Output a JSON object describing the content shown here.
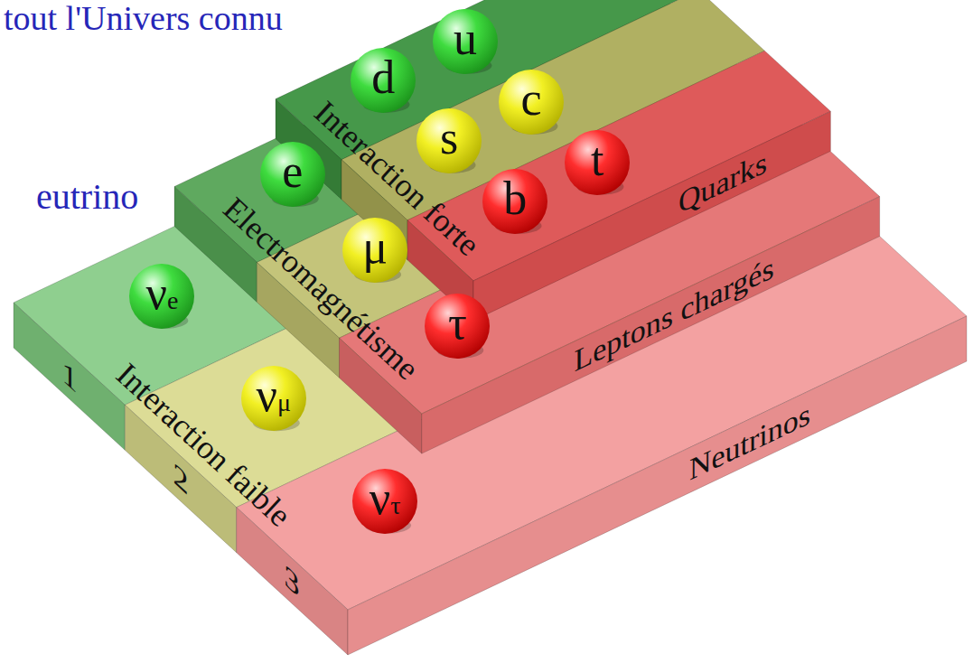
{
  "diagram": {
    "nodes": [
      {
        "text": [
          "Interaction forte",
          "Quarks"
        ]
      },
      {
        "text": [
          "u"
        ],
        "in": 0
      },
      {
        "text": [
          "c"
        ],
        "in": 0
      },
      {
        "text": [
          "t"
        ],
        "in": 0
      },
      {
        "text": [
          "d"
        ],
        "in": 0
      },
      {
        "text": [
          "s"
        ],
        "in": 0
      },
      {
        "text": [
          "b"
        ],
        "in": 0
      },
      {
        "text": [
          "Electromagnétisme",
          "Leptons chargés"
        ]
      },
      {
        "text": [
          "e"
        ],
        "in": 7
      },
      {
        "text": [
          "μ"
        ],
        "in": 7
      },
      {
        "text": [
          "τ"
        ],
        "in": 7
      },
      {
        "text": [
          "Interaction faible",
          "1",
          "2",
          "3",
          "Neutrinos"
        ]
      },
      {
        "text": [
          "νe"
        ],
        "in": 11
      },
      {
        "text": [
          "νμ"
        ],
        "in": 11
      },
      {
        "text": [
          "ντ"
        ],
        "in": 11
      }
    ],
    "labels": [
      "tout l'Univers connu",
      "eutrino"
    ]
  }
}
